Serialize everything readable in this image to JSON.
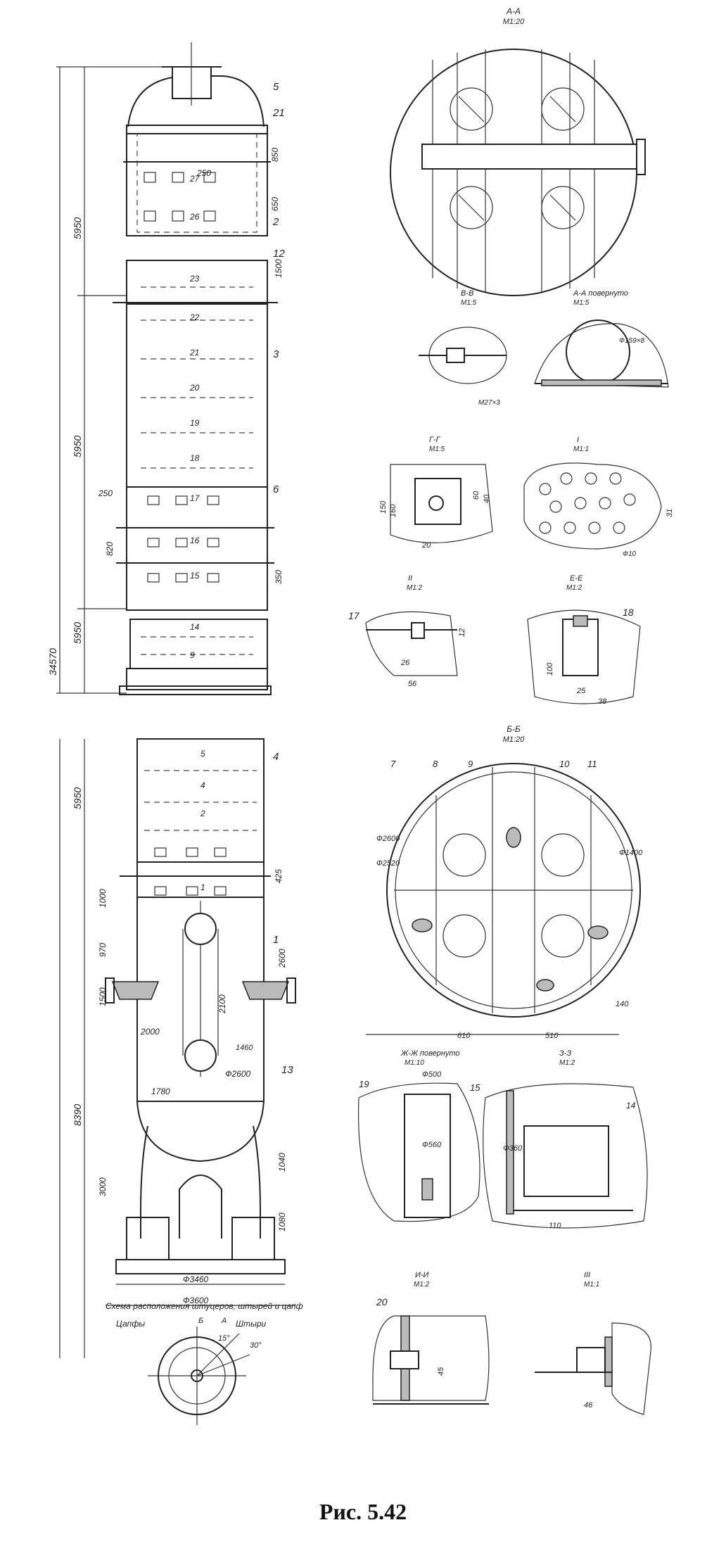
{
  "figure": {
    "caption": "Рис. 5.42",
    "overall_dims": [
      "5950",
      "5950",
      "5950",
      "34570",
      "5950",
      "8390"
    ],
    "column_dims": [
      "250",
      "850",
      "650",
      "1500",
      "250",
      "820",
      "350",
      "425",
      "1000",
      "970",
      "2600",
      "1500",
      "3000",
      "1040",
      "1080"
    ],
    "column_labels": [
      "2000",
      "1780",
      "2100",
      "1460",
      "Ф2600",
      "Ф3460",
      "Ф3600"
    ],
    "part_numbers": [
      "5",
      "21",
      "2",
      "12",
      "3",
      "6",
      "4",
      "1",
      "13"
    ],
    "tray_numbers": [
      "27",
      "26",
      "23",
      "22",
      "21",
      "20",
      "19",
      "18",
      "17",
      "16",
      "15",
      "14",
      "9",
      "5",
      "4",
      "2",
      "1"
    ],
    "views": [
      {
        "id": "AA",
        "title": "А-А",
        "scale": "М1:20",
        "note": ""
      },
      {
        "id": "AA_rot",
        "title": "А-А повернуто",
        "scale": "М1:5",
        "note": "Ф159×8"
      },
      {
        "id": "VV",
        "title": "В-В",
        "scale": "М1:5",
        "note": ""
      },
      {
        "id": "GG",
        "title": "Г-Г",
        "scale": "М1:5",
        "note": ""
      },
      {
        "id": "I",
        "title": "I",
        "scale": "М1:1",
        "note": "Ф10"
      },
      {
        "id": "II",
        "title": "II",
        "scale": "М1:2",
        "note": ""
      },
      {
        "id": "EE",
        "title": "Е-Е",
        "scale": "М1:2",
        "note": ""
      },
      {
        "id": "BB",
        "title": "Б-Б",
        "scale": "М1:20",
        "note": ""
      },
      {
        "id": "ZhZh",
        "title": "Ж-Ж повернуто",
        "scale": "М1:10",
        "note": ""
      },
      {
        "id": "ZZ",
        "title": "З-З",
        "scale": "М1:2",
        "note": ""
      },
      {
        "id": "II_bot",
        "title": "И-И",
        "scale": "М1:2",
        "note": ""
      },
      {
        "id": "III",
        "title": "III",
        "scale": "М1:1",
        "note": ""
      }
    ],
    "bb_labels": [
      "Ф2600",
      "Ф2520",
      "Ф1400",
      "7",
      "8",
      "9",
      "10",
      "11",
      "610",
      "510",
      "140"
    ],
    "detail_labels": [
      "60",
      "40",
      "150",
      "160",
      "20",
      "31",
      "17",
      "18",
      "26",
      "56",
      "12",
      "100",
      "25",
      "38",
      "M27×3",
      "Ф500",
      "Ф560",
      "Ф360",
      "19",
      "15",
      "14",
      "20",
      "45",
      "110",
      "46"
    ],
    "nozzle_scheme": {
      "title": "Схема расположения штуцеров, штырей и цапф",
      "labels": [
        "Цапфы",
        "Штыри",
        "Б",
        "А",
        "15°",
        "30°"
      ]
    }
  }
}
